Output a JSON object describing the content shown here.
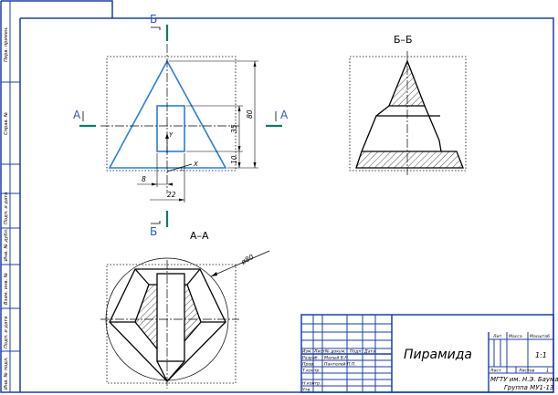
{
  "colors": {
    "frame": "#1a3ea8",
    "line": "#000000",
    "accent_blue": "#2b7ce0",
    "marker_teal": "#0f7a6a",
    "label_blue": "#2457c9",
    "paper": "#ffffff"
  },
  "views": {
    "section_bb_label": "Б–Б",
    "section_aa_label": "А–А",
    "cut_b_letter": "Б",
    "cut_a_letter": "А"
  },
  "dimensions": {
    "height_80": "80",
    "height_35": "35",
    "height_10": "10",
    "width_8": "8",
    "width_22": "22",
    "diameter": "ø80",
    "axis_x": "X",
    "axis_y": "Y"
  },
  "side_stamp": {
    "perv_primen": "Перв. примен.",
    "sprav_no": "Справ. №",
    "podp_data_1": "Подп. и дата",
    "inv_dubl": "Инв. № дубл.",
    "vzam_inv": "Взам. инв. №",
    "podp_data_2": "Подп. и дата",
    "inv_podl": "Инв. № подл."
  },
  "title_block": {
    "drawing_title": "Пирамида",
    "row_izm": "Изм.",
    "row_list": "Лист",
    "row_ndokum": "№ докум.",
    "row_podp": "Подп.",
    "row_data": "Дата",
    "razrab_label": "Разраб.",
    "razrab_name": "Малый В.Н.",
    "prov_label": "Пров.",
    "prov_name": "Пантелей П.П.",
    "tkontr_label": "Т.контр.",
    "nkontr_label": "Н.контр.",
    "utv_label": "Утв.",
    "lit_label": "Лит.",
    "massa_label": "Масса",
    "masshtab_label": "Масштаб",
    "masshtab_value": "1:1",
    "sheet_label": "Лист",
    "sheets_label": "Листов",
    "sheets_value": "1",
    "org_line1": "МГТУ им. Н.Э. Баумана",
    "org_line2": "Группа МУ1-13"
  }
}
